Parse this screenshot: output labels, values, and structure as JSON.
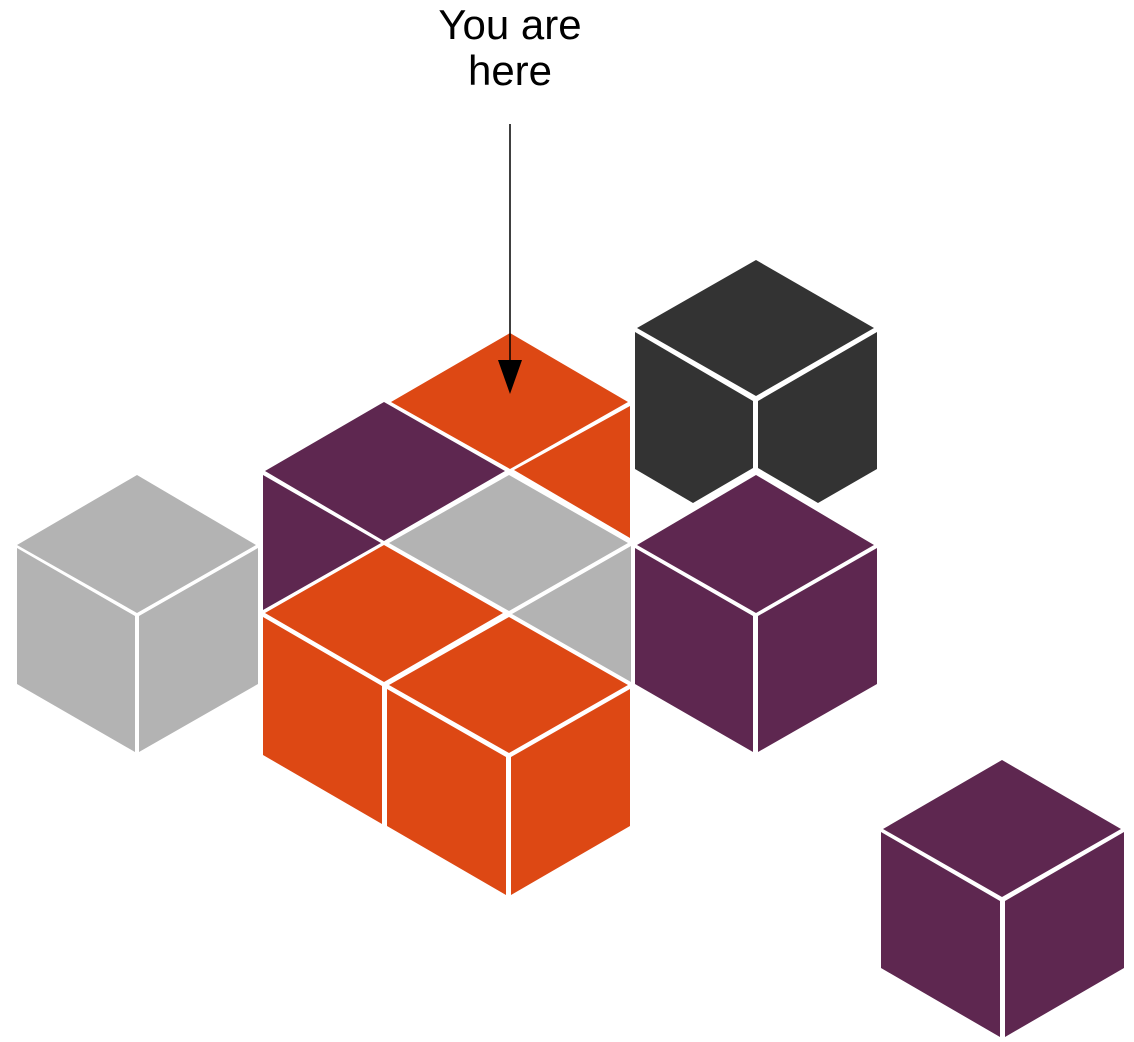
{
  "annotation": {
    "line1": "You are",
    "line2": "here"
  },
  "colors": {
    "orange": "#dd4814",
    "purple": "#5e2750",
    "gray": "#b3b3b3",
    "dark": "#333333",
    "edge": "#ffffff",
    "arrow": "#000000"
  },
  "blocks": [
    {
      "name": "gray-cube-left",
      "color": "gray"
    },
    {
      "name": "purple-block-back",
      "color": "purple"
    },
    {
      "name": "orange-block-top",
      "color": "orange"
    },
    {
      "name": "gray-block-middle",
      "color": "gray"
    },
    {
      "name": "orange-block-front-left",
      "color": "orange"
    },
    {
      "name": "orange-block-front-right",
      "color": "orange"
    },
    {
      "name": "dark-cube",
      "color": "dark"
    },
    {
      "name": "purple-cube-right",
      "color": "purple"
    },
    {
      "name": "purple-cube-bottom-right",
      "color": "purple"
    }
  ]
}
